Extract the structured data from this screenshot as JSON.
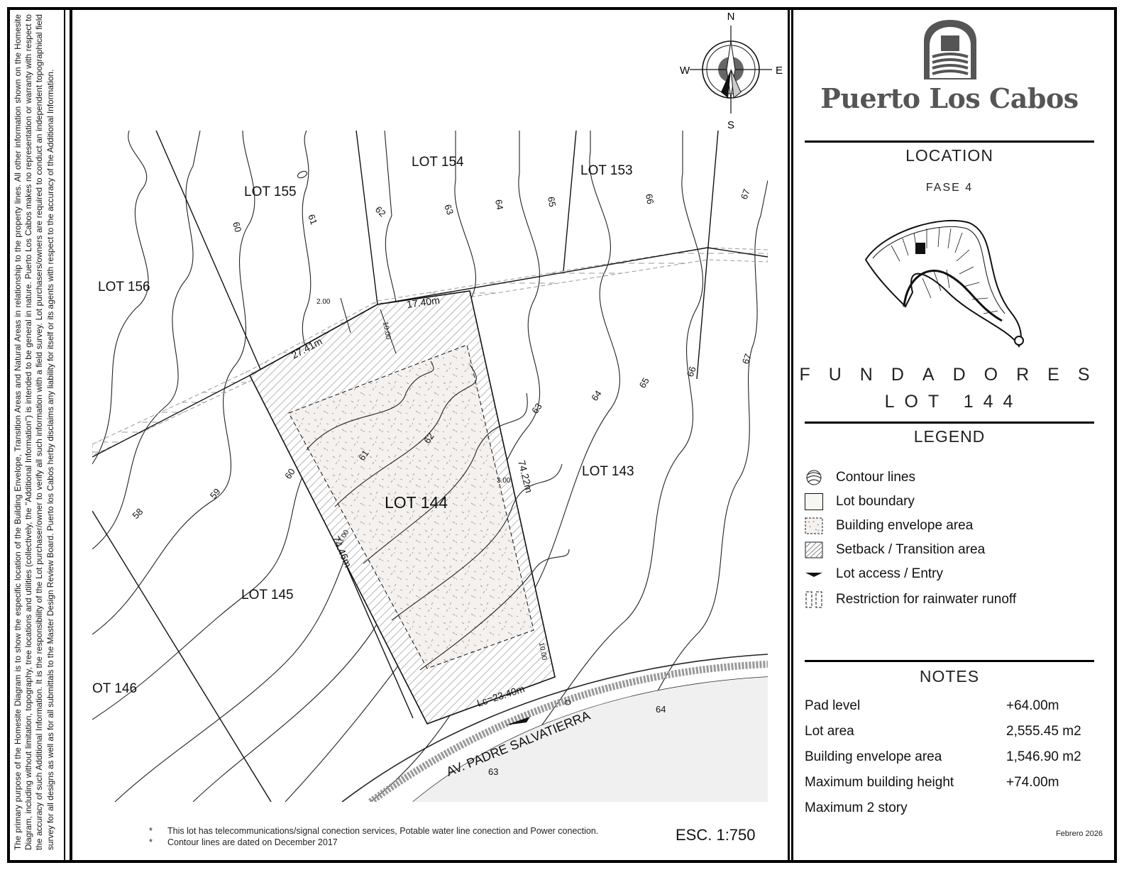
{
  "disclaimer": "The primary purpose of the Homesite Diagram is to show the especific location of the Building Envelope, Transition Areas and Natural Areas in relationship to the property lines. All other information shown on the Homesite Diagram, including without limitation, topography, tree locations and utilities (collectively, the \"Additional Information\") is intended to be general in nature. Puerto Los Cabos makes no representation or warranty with respect to the accuracy of such Additional Information. It is the responsibility of the Lot purchaser/owner to verify all such information with a field survey. Lot purchasers/owners are required to conduct an independent topographical field survey for all designs as well as for all submittals to the Master Design Review Board. Puerto los Cabos herby disclaims any liability for itself or its agents with respect to the accuracy of the Additional Information.",
  "compass": {
    "n": "N",
    "s": "S",
    "e": "E",
    "w": "W"
  },
  "map": {
    "lots": {
      "lot155": "LOT 155",
      "lot154": "LOT 154",
      "lot153": "LOT 153",
      "lot156": "LOT 156",
      "lot143": "LOT 143",
      "lot144": "LOT 144",
      "lot145": "LOT 145",
      "lot146": "OT 146"
    },
    "dimensions": {
      "top1": "17.40m",
      "top2": "27.41m",
      "right": "74.22m",
      "left": "74.46m",
      "arc": "Lc=23.40m",
      "offset_top": "2.00",
      "setback_top": "10.00",
      "setback_right": "3.00",
      "setback_left": "3.00",
      "setback_bottom": "10.00"
    },
    "contours": {
      "c58": "58",
      "c59": "59",
      "c60a": "60",
      "c60b": "60",
      "c61a": "61",
      "c61b": "61",
      "c62a": "62",
      "c62b": "62",
      "c63a": "63",
      "c63b": "63",
      "c63c": "63",
      "c64a": "64",
      "c64b": "64",
      "c64c": "64",
      "c65a": "65",
      "c65b": "65",
      "c66a": "66",
      "c66b": "66",
      "c67a": "67",
      "c67b": "67"
    },
    "street": "AV. PADRE SALVATIERRA"
  },
  "footnotes": {
    "star": "*",
    "note1": "This lot has telecommunications/signal conection services, Potable water line conection and Power conection.",
    "note2": "Contour lines are dated on December 2017"
  },
  "scale": "ESC. 1:750",
  "sidebar": {
    "logo": "Puerto Los Cabos",
    "location_title": "LOCATION",
    "phase": "FASE 4",
    "fundadores": "FUNDADORES",
    "lot_title": "LOT 144",
    "legend_title": "LEGEND",
    "legend": [
      {
        "label": "Contour lines",
        "icon": "contour-lines-icon"
      },
      {
        "label": "Lot boundary",
        "icon": "lot-boundary-swatch"
      },
      {
        "label": "Building envelope area",
        "icon": "building-envelope-swatch"
      },
      {
        "label": "Setback / Transition area",
        "icon": "setback-hatch-swatch"
      },
      {
        "label": "Lot access / Entry",
        "icon": "entry-arrow-icon"
      },
      {
        "label": "Restriction for rainwater runoff",
        "icon": "rainwater-restriction-icon"
      }
    ],
    "notes_title": "NOTES",
    "notes": [
      {
        "label": "Pad level",
        "value": "+64.00m"
      },
      {
        "label": "Lot area",
        "value": "2,555.45 m2"
      },
      {
        "label": "Building envelope area",
        "value": "1,546.90 m2"
      },
      {
        "label": "Maximum building height",
        "value": "+74.00m"
      },
      {
        "label": "Maximum 2 story",
        "value": ""
      }
    ],
    "date": "Febrero 2026"
  },
  "colors": {
    "ink": "#111111",
    "hatch": "#888888",
    "envelope": "#f4f1ee",
    "logo": "#555555"
  }
}
